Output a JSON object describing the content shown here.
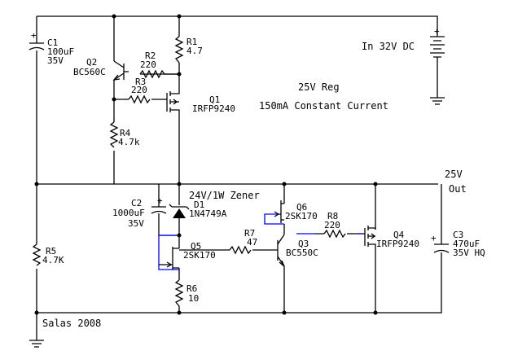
{
  "title": "25V Reg",
  "subtitle": "150mA Constant Current",
  "author": "Salas 2008",
  "input": "In 32V DC",
  "output": {
    "voltage": "25V",
    "label": "Out"
  },
  "zener_note": "24V/1W Zener",
  "components": {
    "C1": {
      "name": "C1",
      "value": "100uF",
      "rating": "35V"
    },
    "Q2": {
      "name": "Q2",
      "part": "BC560C"
    },
    "R1": {
      "name": "R1",
      "value": "4.7"
    },
    "R2": {
      "name": "R2",
      "value": "220"
    },
    "R3": {
      "name": "R3",
      "value": "220"
    },
    "Q1": {
      "name": "Q1",
      "part": "IRFP9240"
    },
    "R4": {
      "name": "R4",
      "value": "4.7k"
    },
    "C2": {
      "name": "C2",
      "value": "1000uF",
      "rating": "35V"
    },
    "D1": {
      "name": "D1",
      "part": "1N4749A"
    },
    "R5": {
      "name": "R5",
      "value": "4.7K"
    },
    "Q5": {
      "name": "Q5",
      "part": "2SK170"
    },
    "R6": {
      "name": "R6",
      "value": "10"
    },
    "R7": {
      "name": "R7",
      "value": "47"
    },
    "Q3": {
      "name": "Q3",
      "part": "BC550C"
    },
    "Q6": {
      "name": "Q6",
      "part": "2SK170"
    },
    "R8": {
      "name": "R8",
      "value": "220"
    },
    "Q4": {
      "name": "Q4",
      "part": "IRFP9240"
    },
    "C3": {
      "name": "C3",
      "value": "470uF",
      "rating": "35V HQ"
    }
  },
  "colors": {
    "wire": "#000000",
    "blue_wire": "#0000ff",
    "background": "#ffffff"
  }
}
